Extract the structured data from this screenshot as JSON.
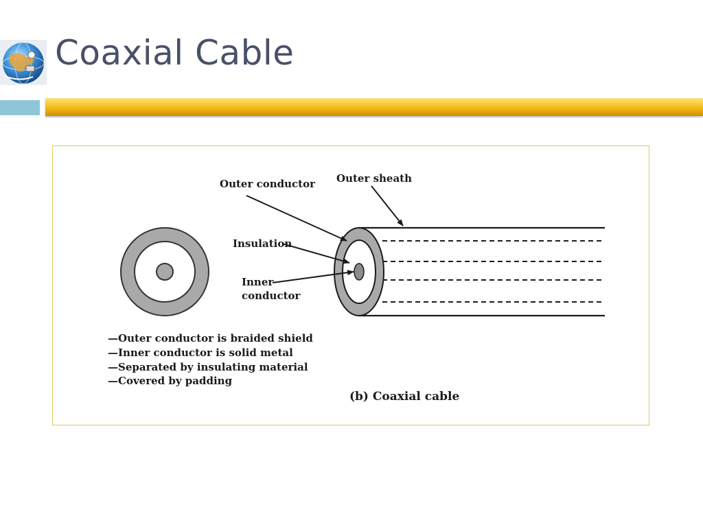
{
  "slide": {
    "title": "Coaxial Cable"
  },
  "diagram": {
    "labels": {
      "outer_conductor": "Outer conductor",
      "outer_sheath": "Outer sheath",
      "insulation": "Insulation",
      "inner_line1": "Inner",
      "inner_line2": "conductor"
    },
    "bullets": [
      "—Outer conductor is braided shield",
      "—Inner conductor is solid metal",
      "—Separated by insulating material",
      "—Covered by padding"
    ],
    "caption": "(b) Coaxial cable"
  },
  "colors": {
    "title": "#4a5068",
    "gold_bar": "#f6c31e",
    "blue_bar": "#8ec6d8",
    "ring_gray": "#a9a9a9",
    "frame_border": "#e0c75a"
  }
}
